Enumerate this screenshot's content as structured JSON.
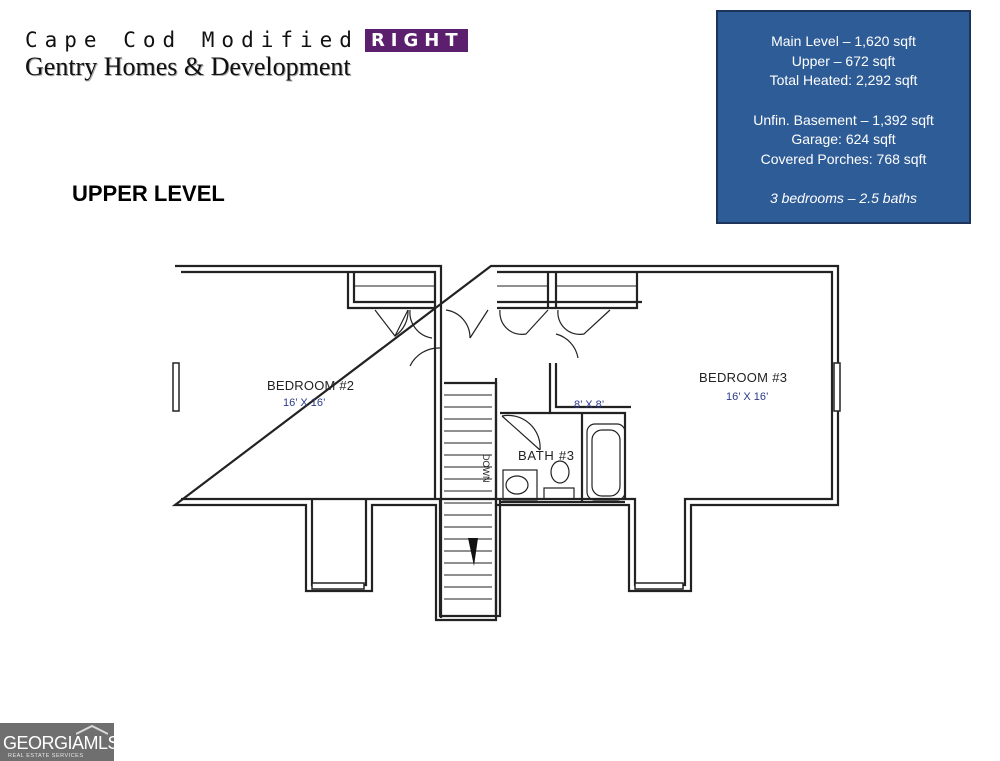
{
  "header": {
    "plan_name": "Cape Cod Modified",
    "orientation": "RIGHT",
    "builder": "Gentry Homes & Development"
  },
  "level_title": "UPPER LEVEL",
  "stats": {
    "main_level": "Main Level – 1,620 sqft",
    "upper": "Upper – 672 sqft",
    "total_heated": "Total Heated:  2,292 sqft",
    "basement": "Unfin. Basement – 1,392 sqft",
    "garage": "Garage: 624 sqft",
    "porches": "Covered Porches: 768 sqft",
    "beds_baths": "3 bedrooms – 2.5 baths"
  },
  "floorplan": {
    "bedroom2": {
      "name": "BEDROOM #2",
      "size": "16’ X 16’"
    },
    "bedroom3": {
      "name": "BEDROOM #3",
      "size": "16’ X 16’"
    },
    "bath3": {
      "name": "BATH #3",
      "size": "8’ X 8’"
    },
    "stair_label": "DOWN",
    "colors": {
      "wall": "#222222",
      "dimension_text": "#2b3a8c"
    }
  },
  "logo": {
    "text": "GEORGIAMLS",
    "subtext": "REAL ESTATE SERVICES",
    "color": "#6f6f6f"
  }
}
